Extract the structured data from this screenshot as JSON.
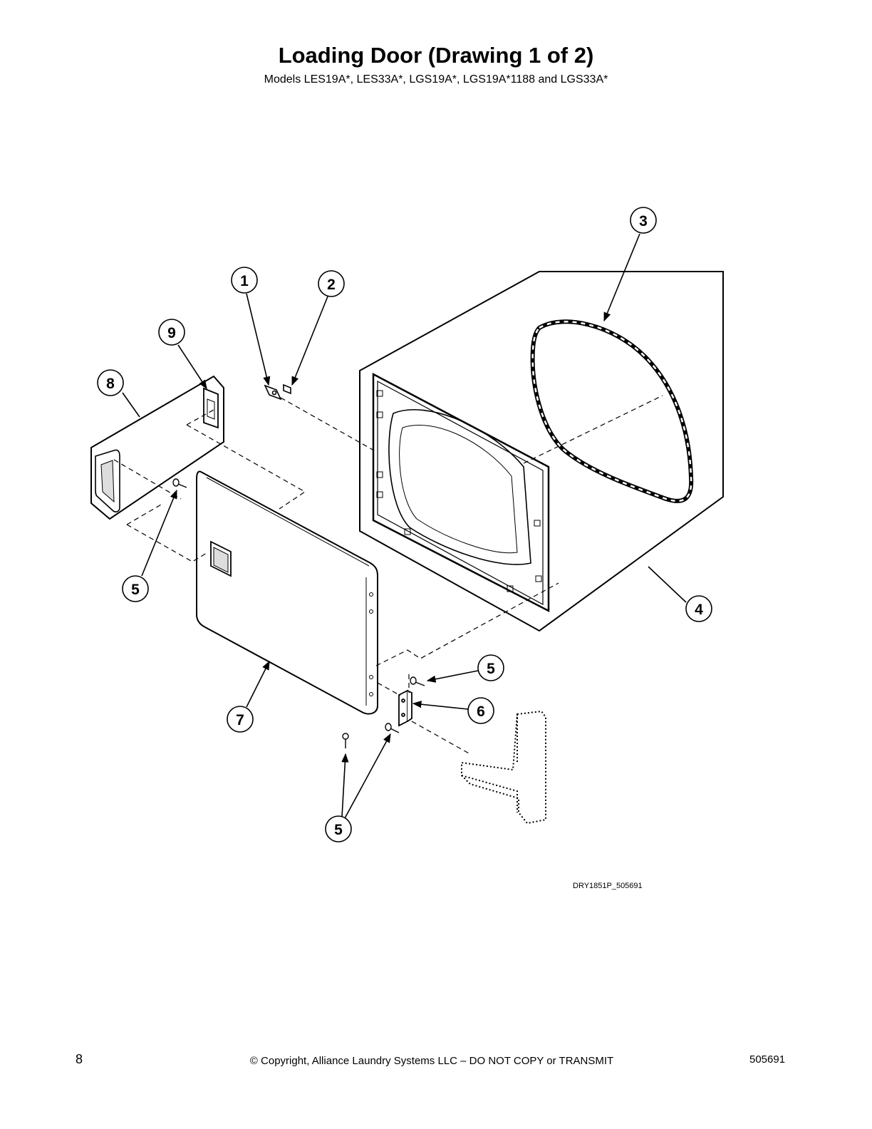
{
  "header": {
    "title": "Loading Door (Drawing 1 of 2)",
    "subtitle": "Models LES19A*, LES33A*, LGS19A*, LGS19A*1188 and LGS33A*"
  },
  "callouts": [
    {
      "id": "c1",
      "label": "1"
    },
    {
      "id": "c2",
      "label": "2"
    },
    {
      "id": "c3",
      "label": "3"
    },
    {
      "id": "c4",
      "label": "4"
    },
    {
      "id": "c5a",
      "label": "5"
    },
    {
      "id": "c5b",
      "label": "5"
    },
    {
      "id": "c5c",
      "label": "5"
    },
    {
      "id": "c6",
      "label": "6"
    },
    {
      "id": "c7",
      "label": "7"
    },
    {
      "id": "c8",
      "label": "8"
    },
    {
      "id": "c9",
      "label": "9"
    }
  ],
  "drawing_id": "DRY1851P_505691",
  "footer": {
    "page_number": "8",
    "copyright": "© Copyright, Alliance Laundry Systems LLC – DO NOT COPY or TRANSMIT",
    "document_number": "505691"
  }
}
